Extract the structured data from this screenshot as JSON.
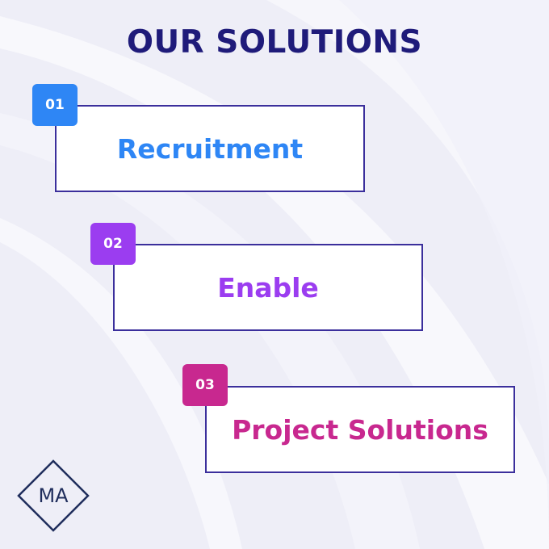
{
  "title": "OUR SOLUTIONS",
  "logo": {
    "text": "MA",
    "color": "#1f2d5c"
  },
  "items": [
    {
      "number": "01",
      "label": "Recruitment",
      "color": "#2e86f5"
    },
    {
      "number": "02",
      "label": "Enable",
      "color": "#9b3df0"
    },
    {
      "number": "03",
      "label": "Project Solutions",
      "color": "#c8288f"
    }
  ],
  "colors": {
    "title": "#1f1b7a",
    "card_border": "#3b2f9c",
    "background": "#eeeef7"
  }
}
